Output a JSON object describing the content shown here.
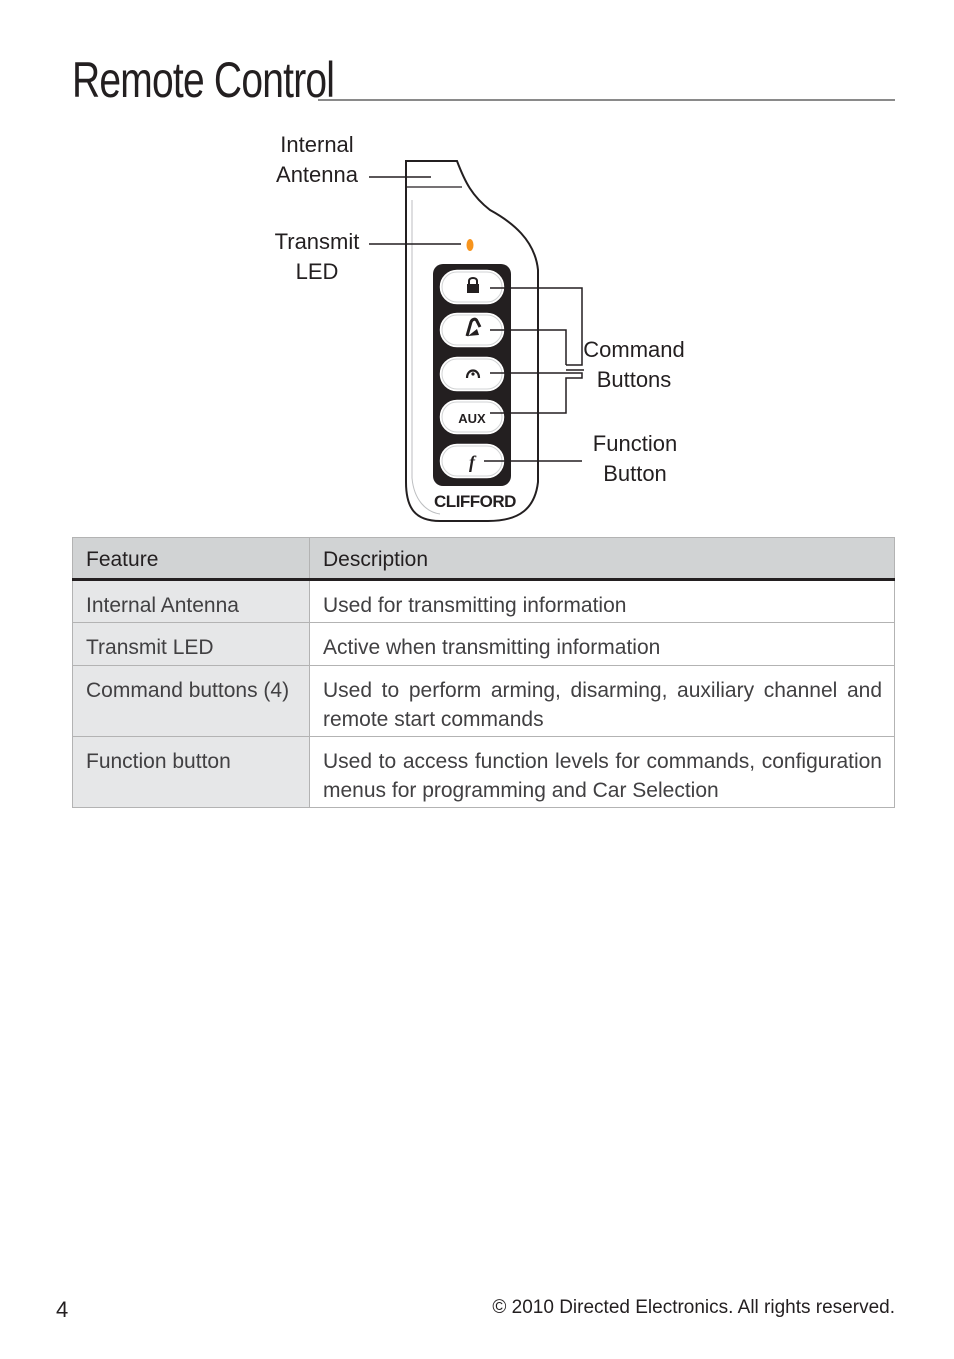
{
  "page": {
    "title": "Remote Control",
    "page_number": "4",
    "copyright": "© 2010 Directed Electronics. All rights reserved."
  },
  "diagram": {
    "labels": {
      "internal_antenna": [
        "Internal",
        "Antenna"
      ],
      "transmit_led": [
        "Transmit",
        "LED"
      ],
      "command_buttons": [
        "Command",
        "Buttons"
      ],
      "function_button": [
        "Function",
        "Button"
      ]
    },
    "aux_label": "AUX",
    "brand": "CLIFFORD",
    "led_color": "#f7941d",
    "buttons": [
      {
        "name": "lock",
        "icon": "lock-icon"
      },
      {
        "name": "disarm",
        "icon": "car-door-icon"
      },
      {
        "name": "remote-start",
        "icon": "start-icon"
      },
      {
        "name": "aux",
        "icon": "aux-text"
      },
      {
        "name": "function",
        "icon": "function-f-icon"
      }
    ]
  },
  "table": {
    "headers": [
      "Feature",
      "Description"
    ],
    "rows": [
      {
        "feature": "Internal Antenna",
        "description": "Used for transmitting information"
      },
      {
        "feature": "Transmit LED",
        "description": "Active when transmitting information"
      },
      {
        "feature": "Command buttons (4)",
        "description": "Used to perform arming, disarming, auxiliary channel and remote start commands"
      },
      {
        "feature": "Function button",
        "description": "Used to access function levels for commands, configuration menus for programming and Car Selection"
      }
    ]
  }
}
